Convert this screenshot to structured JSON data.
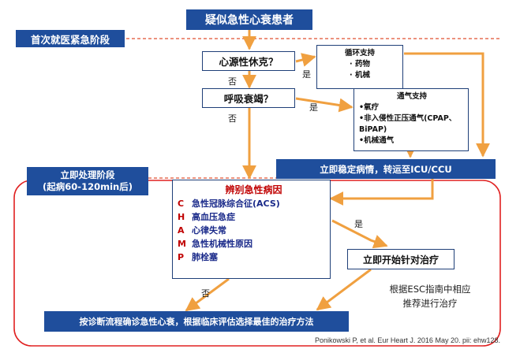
{
  "colors": {
    "primary_blue": "#1f4e9c",
    "arrow_orange": "#f0a040",
    "phase_line": "#e05030",
    "phase2_red": "#e02020",
    "cause_letter_red": "#c00000"
  },
  "title": "疑似急性心衰患者",
  "phase1": {
    "label": "首次就医紧急阶段"
  },
  "phase2": {
    "label_line1": "立即处理阶段",
    "label_line2": "(起病60-120min后)"
  },
  "shock_question": "心源性休克？",
  "respiratory_question": "呼吸衰竭？",
  "yes_label": "是",
  "no_label": "否",
  "circulatory_support": {
    "title": "循环支持",
    "items": [
      "· 药物",
      "· 机械"
    ]
  },
  "ventilation_support": {
    "title": "通气支持",
    "items": [
      "•氧疗",
      "•非入侵性正压通气(CPAP、",
      "BiPAP)",
      "•机械通气"
    ]
  },
  "stabilize": "立即稳定病情，转运至ICU/CCU",
  "causes": {
    "title": "辨别急性病因",
    "items": [
      {
        "letter": "C",
        "text": "急性冠脉综合征(ACS)"
      },
      {
        "letter": "H",
        "text": "高血压急症"
      },
      {
        "letter": "A",
        "text": "心律失常"
      },
      {
        "letter": "M",
        "text": "急性机械性原因"
      },
      {
        "letter": "P",
        "text": "肺栓塞"
      }
    ]
  },
  "targeted_therapy": "立即开始针对治疗",
  "esc_note_line1": "根据ESC指南中相应",
  "esc_note_line2": "推荐进行治疗",
  "final_action": "按诊断流程确诊急性心衰，根据临床评估选择最佳的治疗方法",
  "citation": "Ponikowski P, et al. Eur Heart J. 2016 May 20. pii: ehw128."
}
